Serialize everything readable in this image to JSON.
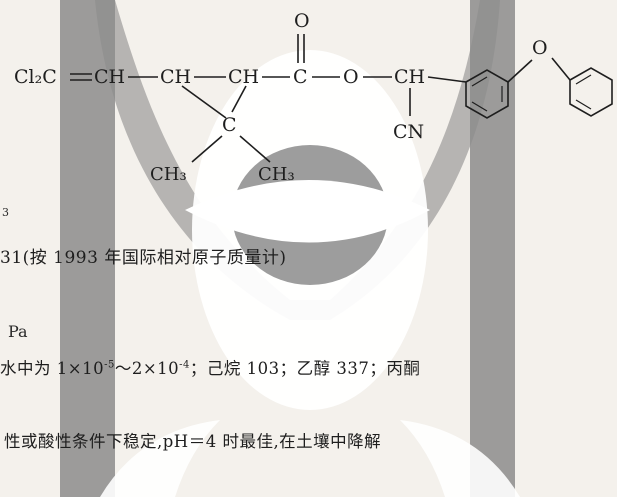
{
  "structure": {
    "left_group": "Cl₂C",
    "ch_labels": [
      "CH",
      "CH",
      "CH",
      "CH"
    ],
    "carbonyl_c": "C",
    "carbonyl_o": "O",
    "ester_o": "O",
    "ring_c": "C",
    "methyl_left": "CH₃",
    "methyl_right": "CH₃",
    "cyano": "CN",
    "ether_o": "O"
  },
  "fragments": {
    "edge_sub": "3",
    "pa": "Pa"
  },
  "text": {
    "line1": "31(按 1993 年国际相对原子质量计)",
    "line2_a": "水中为 1×10",
    "line2_exp1": "-5",
    "line2_b": "～2×10",
    "line2_exp2": "-4",
    "line2_c": "；己烷 103；乙醇 337；丙酮",
    "line3": "性或酸性条件下稳定,pH＝4 时最佳,在土壤中降解"
  },
  "colors": {
    "background": "#f4f1ec",
    "watermark_gray": "#8c8c8c",
    "ink": "#1e1e1e"
  }
}
